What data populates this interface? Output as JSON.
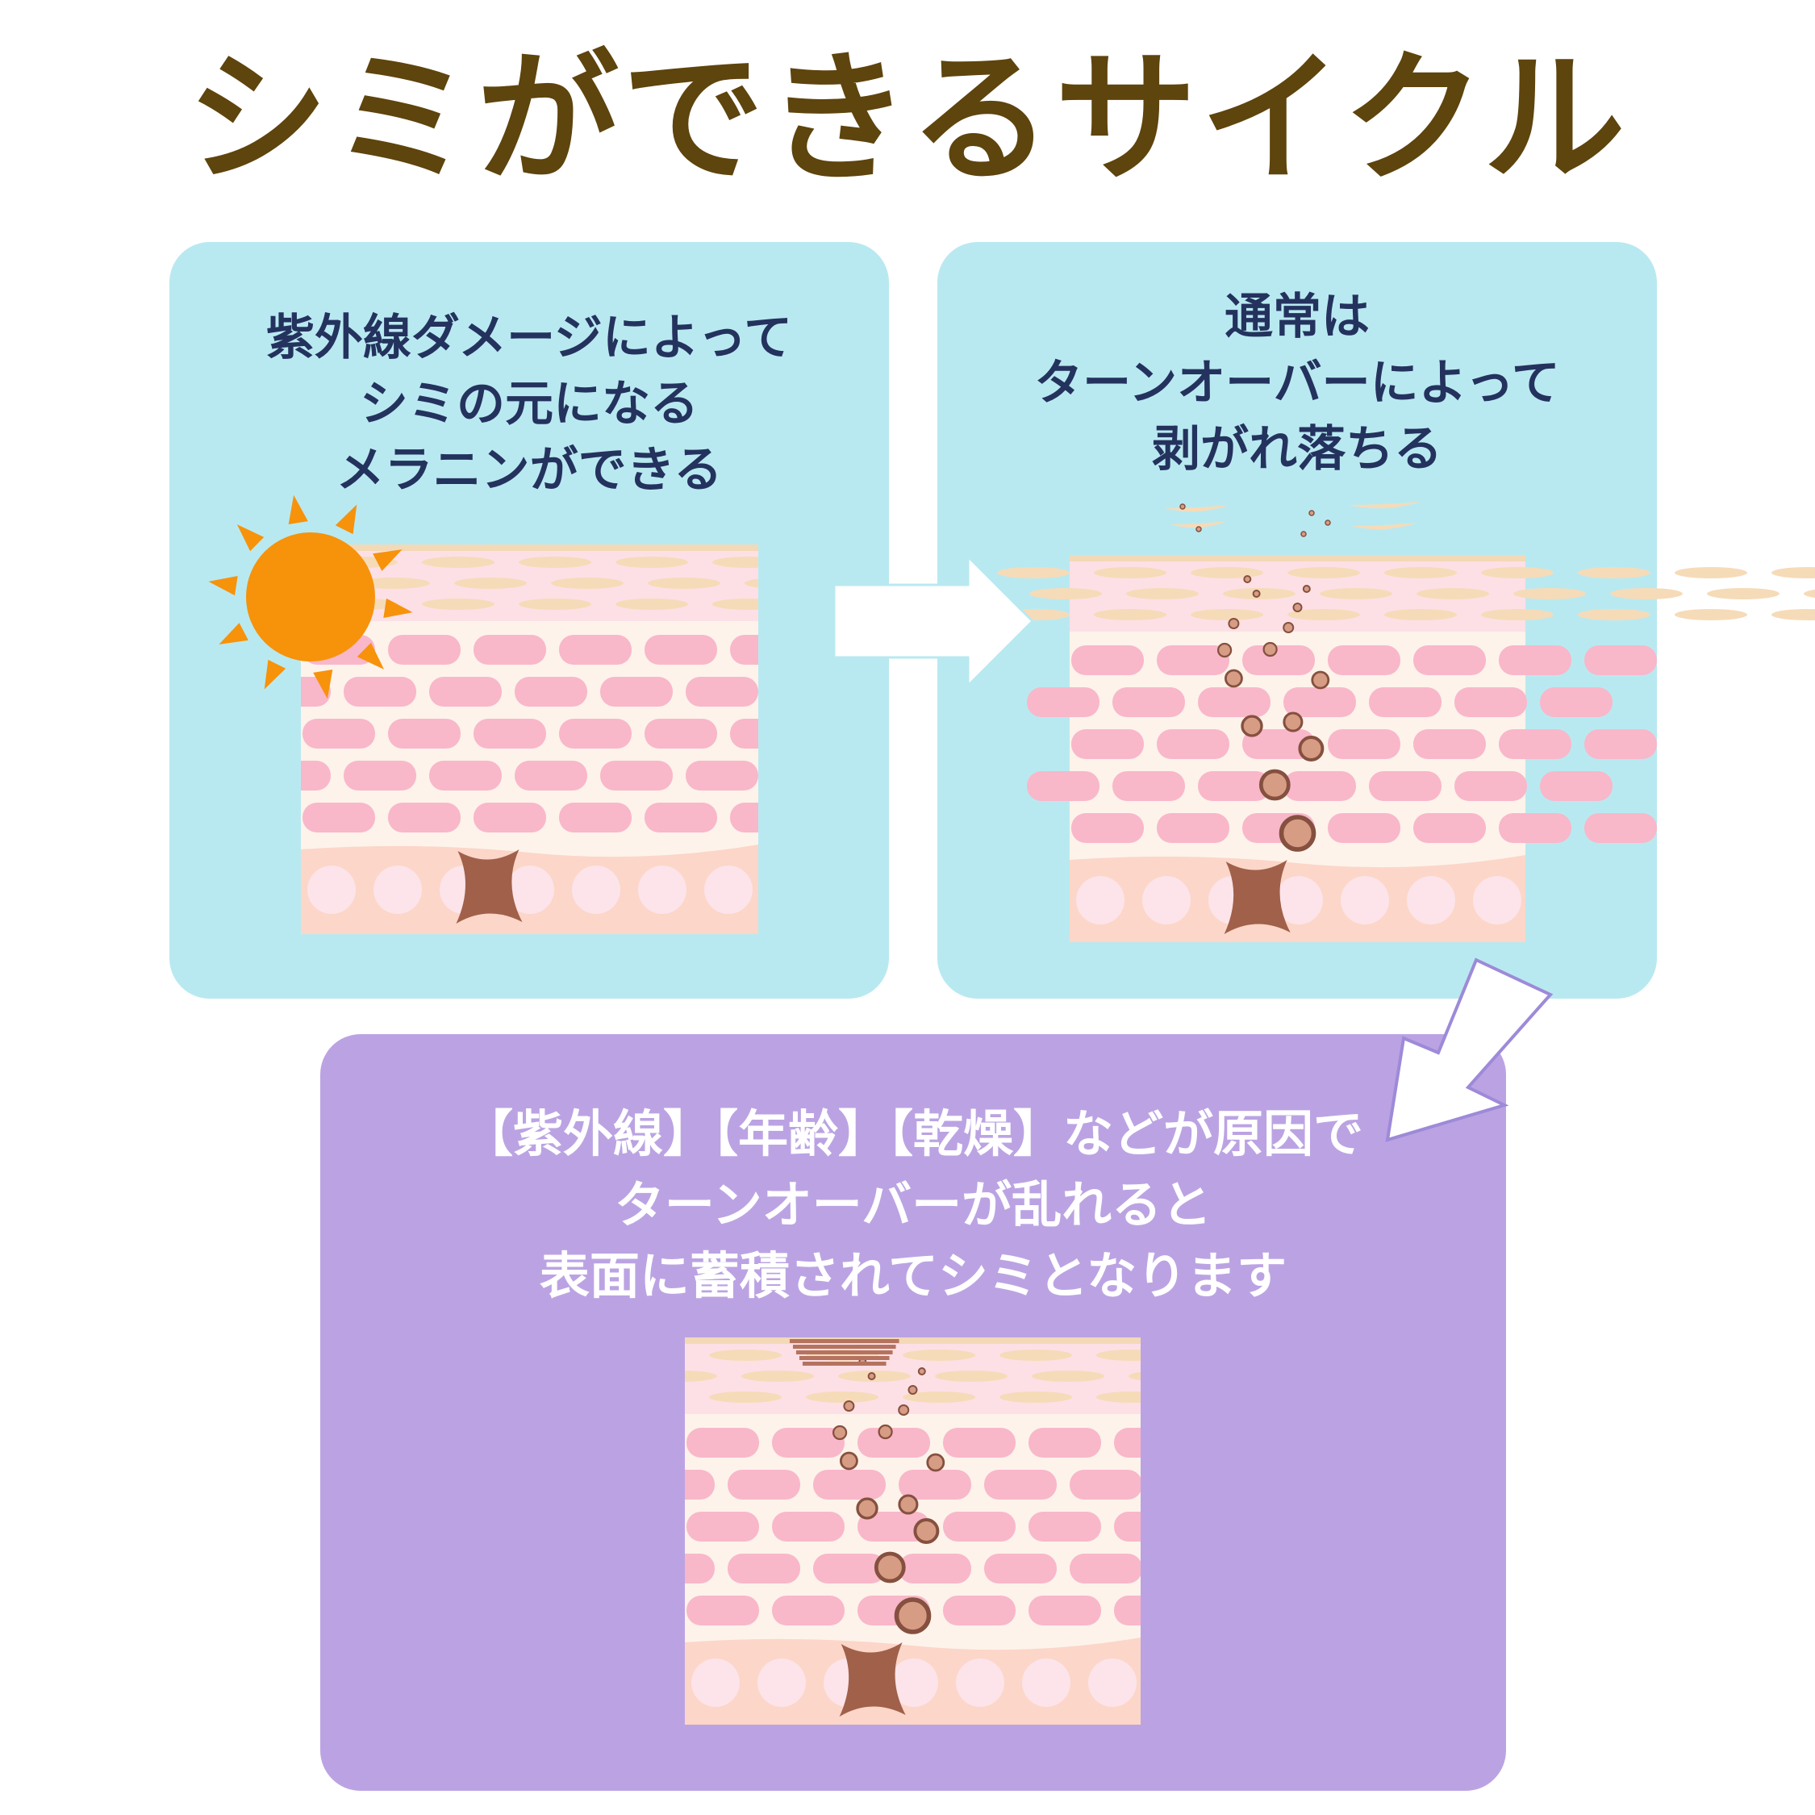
{
  "title": "シミができるサイクル",
  "colors": {
    "title": "#5e440d",
    "panel_blue": "#b9e9f0",
    "panel_purple": "#bba3e3",
    "text_dark": "#24325e",
    "text_light": "#ffffff",
    "sun": "#f7920b",
    "melanocyte": "#a0604a",
    "skin_cell": "#f9b7ca"
  },
  "steps": [
    {
      "lines": [
        "紫外線ダメージによって",
        "シミの元になる",
        "メラニンができる"
      ],
      "icon": "sun-icon"
    },
    {
      "lines": [
        "通常は",
        "ターンオーバーによって",
        "剥がれ落ちる"
      ]
    },
    {
      "lines": [
        "【紫外線】【年齢】【乾燥】などが原因で",
        "ターンオーバーが乱れると",
        "表面に蓄積されてシミとなります"
      ]
    }
  ]
}
